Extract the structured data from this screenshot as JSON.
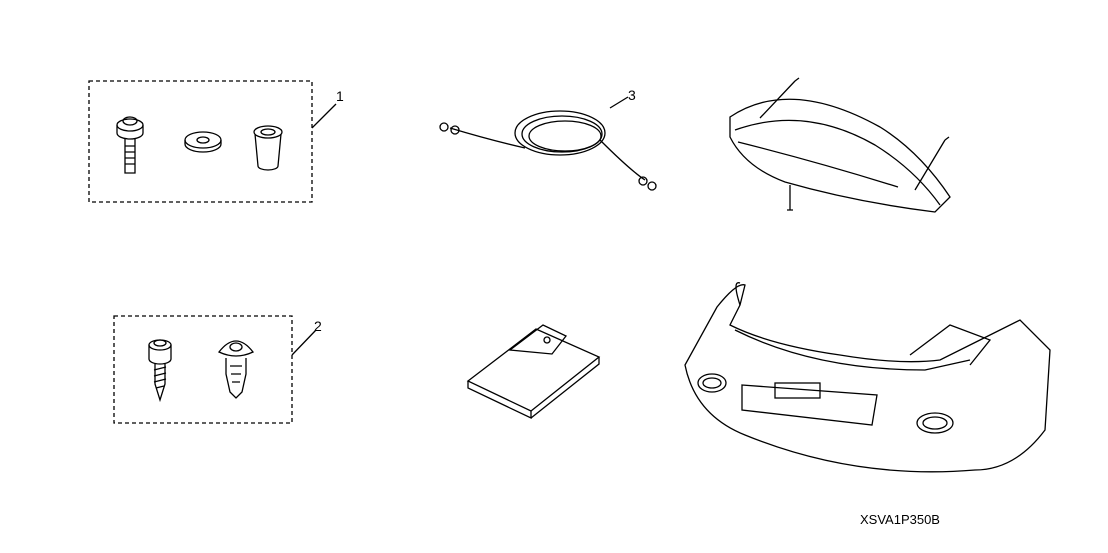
{
  "callouts": {
    "one": "1",
    "two": "2",
    "three": "3"
  },
  "diagram_code": "XSVA1P350B"
}
